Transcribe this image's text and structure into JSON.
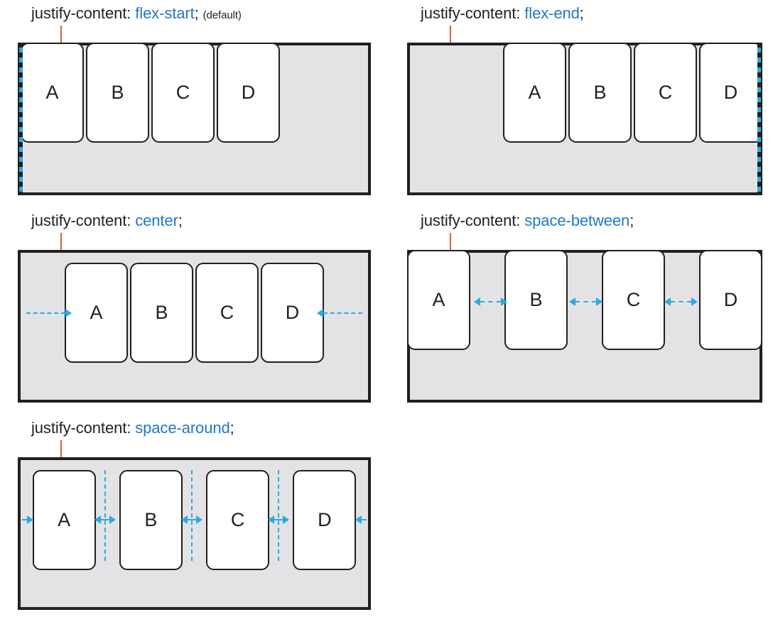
{
  "figure": {
    "topic": "CSS flexbox justify-content property values",
    "property_name": "justify-content:",
    "item_labels": [
      "A",
      "B",
      "C",
      "D"
    ],
    "colors": {
      "value_blue": "#2079c8",
      "text_black": "#231f20",
      "container_fill": "#e3e3e5",
      "container_border": "#231f20",
      "item_fill": "#ffffff",
      "arrow_cyan": "#29abe2",
      "tick_red": "#e8574a"
    }
  },
  "panels": [
    {
      "id": "flex-start",
      "property": "justify-content:",
      "value": "flex-start",
      "semicolon": ";",
      "note": "(default)",
      "alignment": "flex-start",
      "edge_marker": "left",
      "arrows": []
    },
    {
      "id": "flex-end",
      "property": "justify-content:",
      "value": "flex-end",
      "semicolon": ";",
      "note": "",
      "alignment": "flex-end",
      "edge_marker": "right",
      "arrows": []
    },
    {
      "id": "center",
      "property": "justify-content:",
      "value": "center",
      "semicolon": ";",
      "note": "",
      "alignment": "center",
      "edge_marker": "none",
      "arrows": [
        "left-gap-arrow",
        "right-gap-arrow"
      ]
    },
    {
      "id": "space-between",
      "property": "justify-content:",
      "value": "space-between",
      "semicolon": ";",
      "note": "",
      "alignment": "space-between",
      "edge_marker": "none",
      "arrows": [
        "gap-ab",
        "gap-bc",
        "gap-cd"
      ]
    },
    {
      "id": "space-around",
      "property": "justify-content:",
      "value": "space-around",
      "semicolon": ";",
      "note": "",
      "alignment": "space-around",
      "edge_marker": "none",
      "arrows": [
        "edge-left",
        "split-ab",
        "split-bc",
        "split-cd",
        "edge-right"
      ]
    }
  ]
}
